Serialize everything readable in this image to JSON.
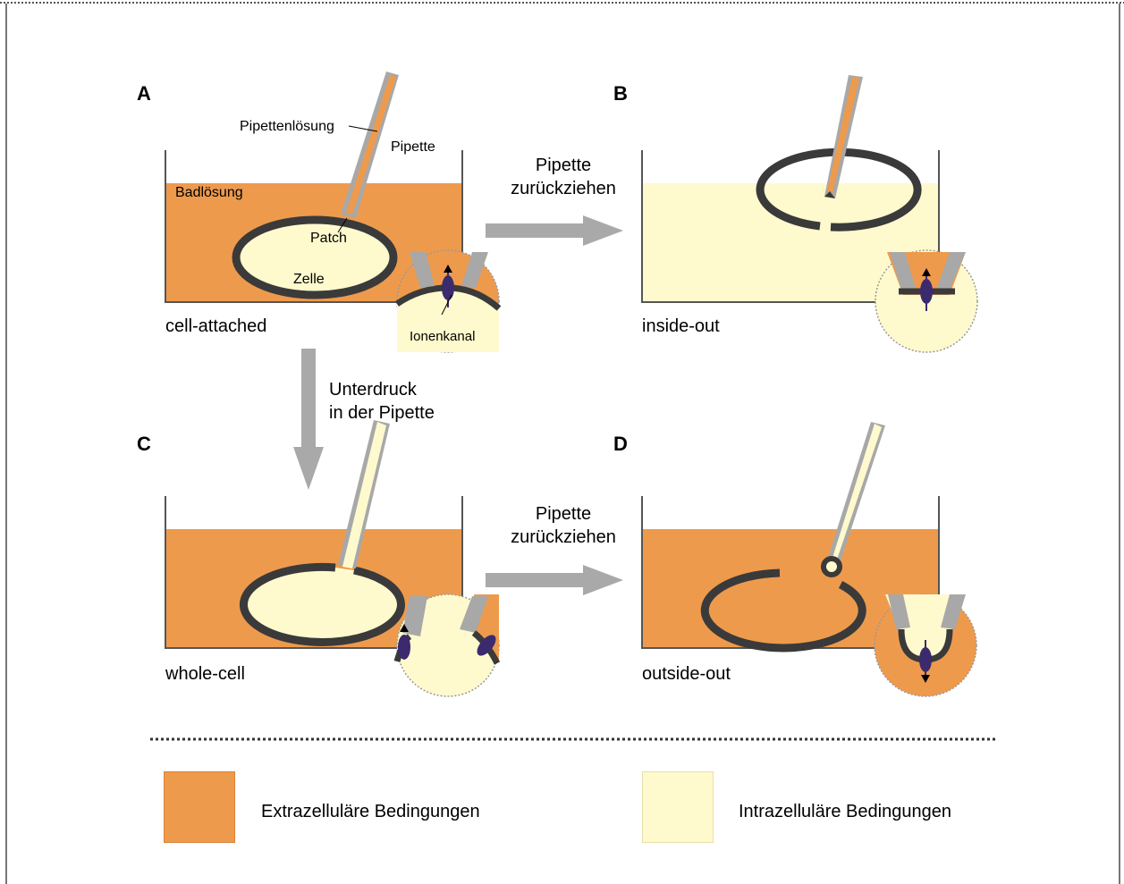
{
  "panels": {
    "a": {
      "letter": "A",
      "mode": "cell-attached"
    },
    "b": {
      "letter": "B",
      "mode": "inside-out"
    },
    "c": {
      "letter": "C",
      "mode": "whole-cell"
    },
    "d": {
      "letter": "D",
      "mode": "outside-out"
    }
  },
  "annotations": {
    "pipette_solution": "Pipettenlösung",
    "pipette": "Pipette",
    "bath_solution": "Badlösung",
    "patch": "Patch",
    "cell": "Zelle",
    "ion_channel": "Ionenkanal"
  },
  "arrows": {
    "ab": {
      "line1": "Pipette",
      "line2": "zurückziehen"
    },
    "ac": {
      "line1": "Unterdruck",
      "line2": "in der Pipette"
    },
    "cd": {
      "line1": "Pipette",
      "line2": "zurückziehen"
    }
  },
  "legend": {
    "extracellular": "Extrazelluläre Bedingungen",
    "intracellular": "Intrazelluläre Bedingungen"
  },
  "colors": {
    "extracellular": "#EE9A4D",
    "intracellular": "#FFFACD",
    "membrane": "#3A3A3A",
    "pipette_wall": "#A8A8A8",
    "arrow": "#A9A9A9",
    "channel": "#3B2A6E",
    "frame_border": "#555555"
  }
}
